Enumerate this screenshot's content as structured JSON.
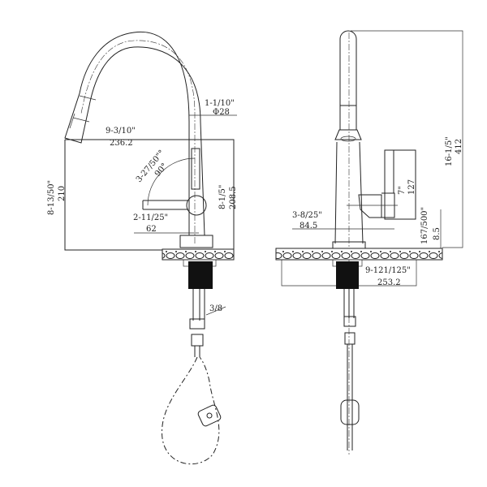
{
  "title": "Pull-down kitchen faucet dimension drawing",
  "side_view": {
    "spout_reach_in": "9-3/10\"",
    "spout_reach_mm": "236.2",
    "neck_diameter_in": "1-1/10\"",
    "neck_diameter_mm": "Φ28",
    "spout_height_in": "8-13/50\"",
    "spout_height_mm": "210",
    "handle_swing_in": "3-27/50\"°",
    "handle_angle": "90°",
    "handle_height_in": "8-1/5\"",
    "handle_height_mm": "208.5",
    "handle_length_in": "2-11/25\"",
    "handle_length_mm": "62",
    "hose_connection": "3/8"
  },
  "front_view": {
    "total_height_in": "16-1/5\"",
    "total_height_mm": "412",
    "handle_height_in": "7\"",
    "handle_height_mm": "127",
    "handle_offset_in": "3-8/25\"",
    "handle_offset_mm": "84.5",
    "base_thickness_in": "167/500\"",
    "base_thickness_mm": "8.5",
    "deck_plate_in": "9-121/125\"",
    "deck_plate_mm": "253.2"
  }
}
